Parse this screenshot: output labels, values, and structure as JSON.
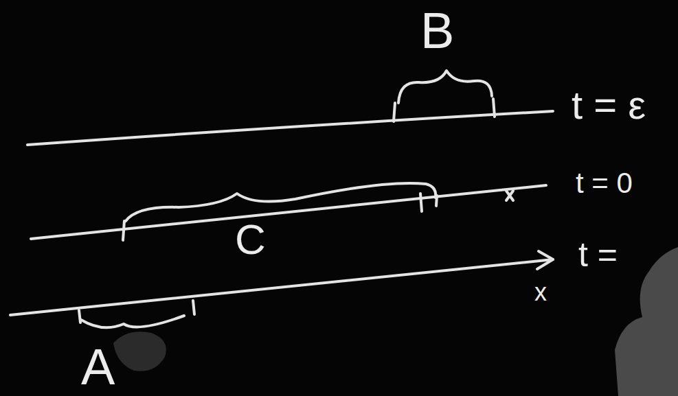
{
  "diagram": {
    "labels": [
      "B",
      "t = ε",
      "t = 0",
      "C",
      "t =",
      "x",
      "A"
    ]
  }
}
